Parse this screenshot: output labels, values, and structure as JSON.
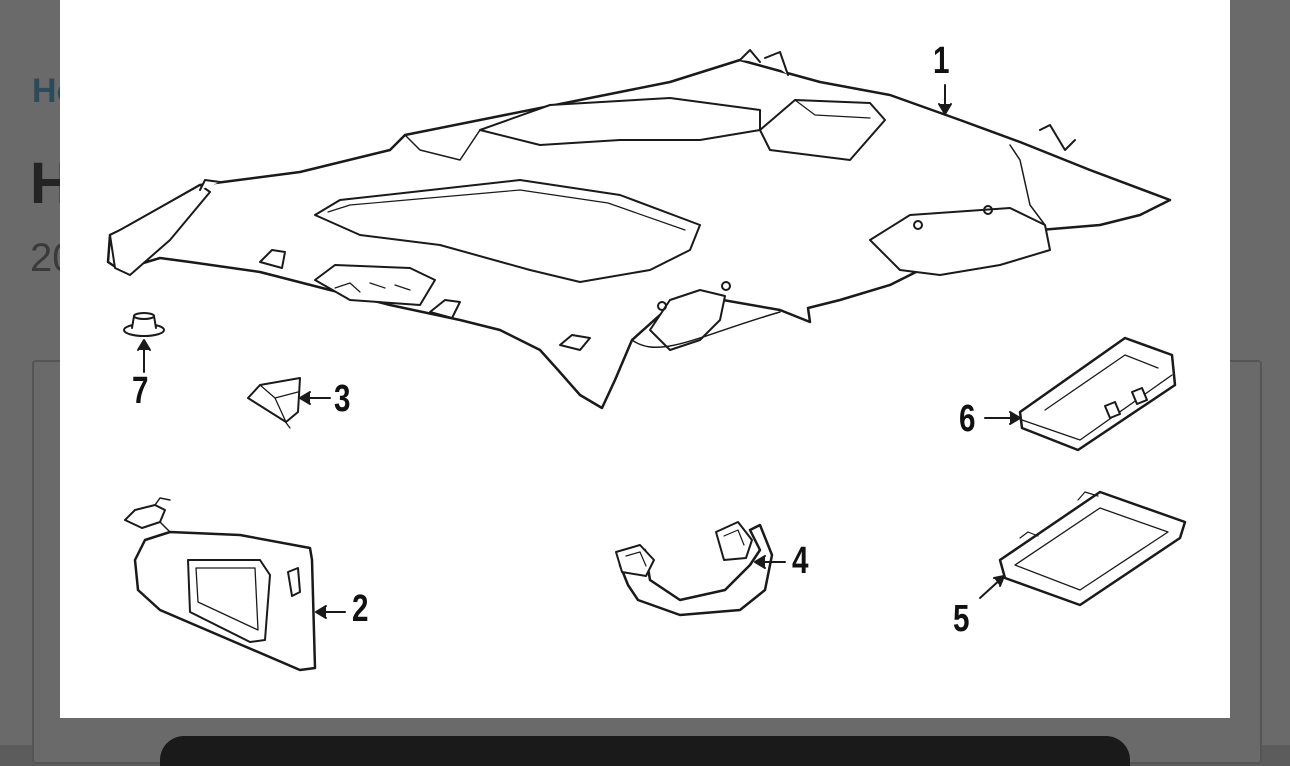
{
  "background_page": {
    "breadcrumb": "Ho",
    "title": "H",
    "subtitle": "20"
  },
  "diagram": {
    "callouts": [
      "1",
      "2",
      "3",
      "4",
      "5",
      "6",
      "7"
    ],
    "parts": [
      "headliner",
      "sun-visor",
      "trim-cover",
      "grab-handle",
      "dome-lamp-lens",
      "console-lamp-housing",
      "retainer-clip"
    ]
  }
}
